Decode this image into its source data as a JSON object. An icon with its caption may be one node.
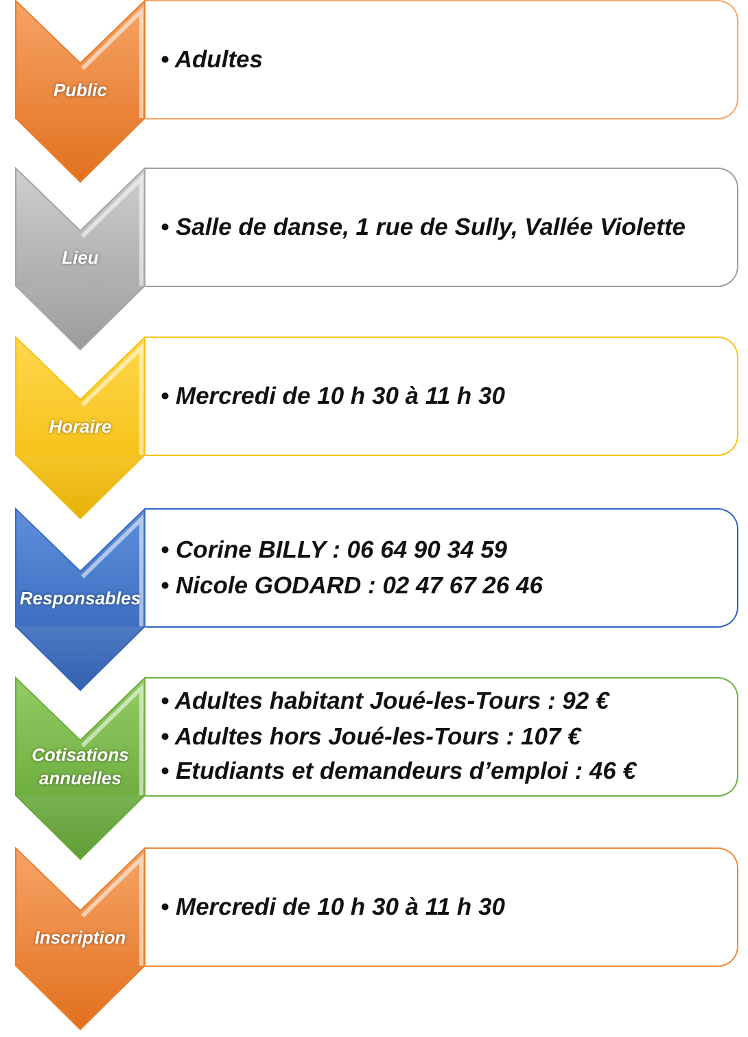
{
  "diagram": {
    "nodes": [
      {
        "text": [
          "Public"
        ]
      },
      {
        "text": [
          "• Adultes"
        ]
      },
      {
        "text": [
          "Lieu"
        ]
      },
      {
        "text": [
          "• Salle de danse, 1 rue de Sully, Vallée Violette"
        ]
      },
      {
        "text": [
          "Horaire"
        ]
      },
      {
        "text": [
          "• Mercredi de 10 h 30 à 11 h 30"
        ]
      },
      {
        "text": [
          "Responsables"
        ]
      },
      {
        "text": [
          "• Corine BILLY : 06 64 90 34 59",
          "• Nicole GODARD : 02 47 67 26 46"
        ]
      },
      {
        "text": [
          "Cotisations annuelles"
        ]
      },
      {
        "text": [
          "• Adultes habitant Joué-les-Tours : 92 €",
          "• Adultes hors Joué-les-Tours : 107 €",
          "• Etudiants et demandeurs d’emploi : 46 €"
        ]
      },
      {
        "text": [
          "Inscription"
        ]
      },
      {
        "text": [
          "• Mercredi de 10 h 30 à 11 h 30"
        ]
      }
    ],
    "edges": [
      {
        "from": 0,
        "to": 2,
        "arrow": "to"
      },
      {
        "from": 2,
        "to": 4,
        "arrow": "to",
        "color": "#a5a5a5"
      },
      {
        "from": 4,
        "to": 6,
        "arrow": "to",
        "color": "#f4bc0a"
      },
      {
        "from": 6,
        "to": 8,
        "arrow": "to",
        "color": "#3667bb"
      },
      {
        "from": 8,
        "to": 10,
        "arrow": "to",
        "color": "#67a739"
      },
      {
        "from": 10,
        "to": null,
        "arrow": "to"
      }
    ]
  }
}
